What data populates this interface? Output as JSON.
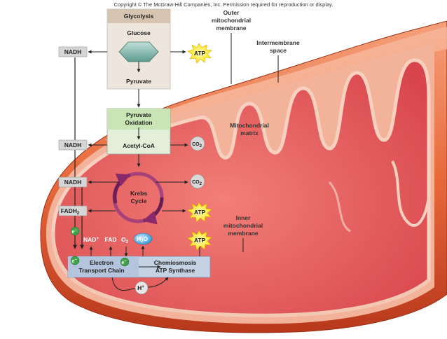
{
  "copyright": "Copyright © The McGraw-Hill Companies, Inc. Permission required for reproduction or display.",
  "labels": {
    "outer_membrane": [
      "Outer",
      "mitochondrial",
      "membrane"
    ],
    "intermembrane": [
      "Intermembrane",
      "space"
    ],
    "matrix": [
      "Mitochondrial",
      "matrix"
    ],
    "inner_membrane": [
      "Inner",
      "mitochondrial",
      "membrane"
    ]
  },
  "glycolysis": {
    "title": "Glycolysis",
    "start": "Glucose",
    "end": "Pyruvate"
  },
  "pyruvate_oxidation": {
    "title": [
      "Pyruvate",
      "Oxidation"
    ],
    "product": "Acetyl-CoA"
  },
  "krebs": [
    "Krebs",
    "Cycle"
  ],
  "carriers": {
    "nadh": "NADH",
    "fadh_main": "FADH",
    "fadh_sub": "2",
    "nad": "NAD",
    "nad_sup": "+",
    "fad": "FAD",
    "o_main": "O",
    "o_sub": "2",
    "electron": "e",
    "electron_sup": "–",
    "h": "H",
    "h_sup": "+"
  },
  "atp": "ATP",
  "co2": {
    "main": "CO",
    "sub": "2"
  },
  "h2o": {
    "h": "H",
    "sub": "2",
    "o": "O"
  },
  "etc": [
    "Electron",
    "Transport Chain"
  ],
  "chemiosmosis": [
    "Chemiosmosis",
    "ATP Synthase"
  ],
  "colors": {
    "outer_membrane": "#e86a3c",
    "intermembrane": "#f3b39a",
    "matrix": "#e8575a",
    "box_green": "#d6ecc8",
    "atp_burst": "#ffe600",
    "h2o_bubble": "#4aa8e0",
    "etc_box": "#c4d2e4"
  }
}
